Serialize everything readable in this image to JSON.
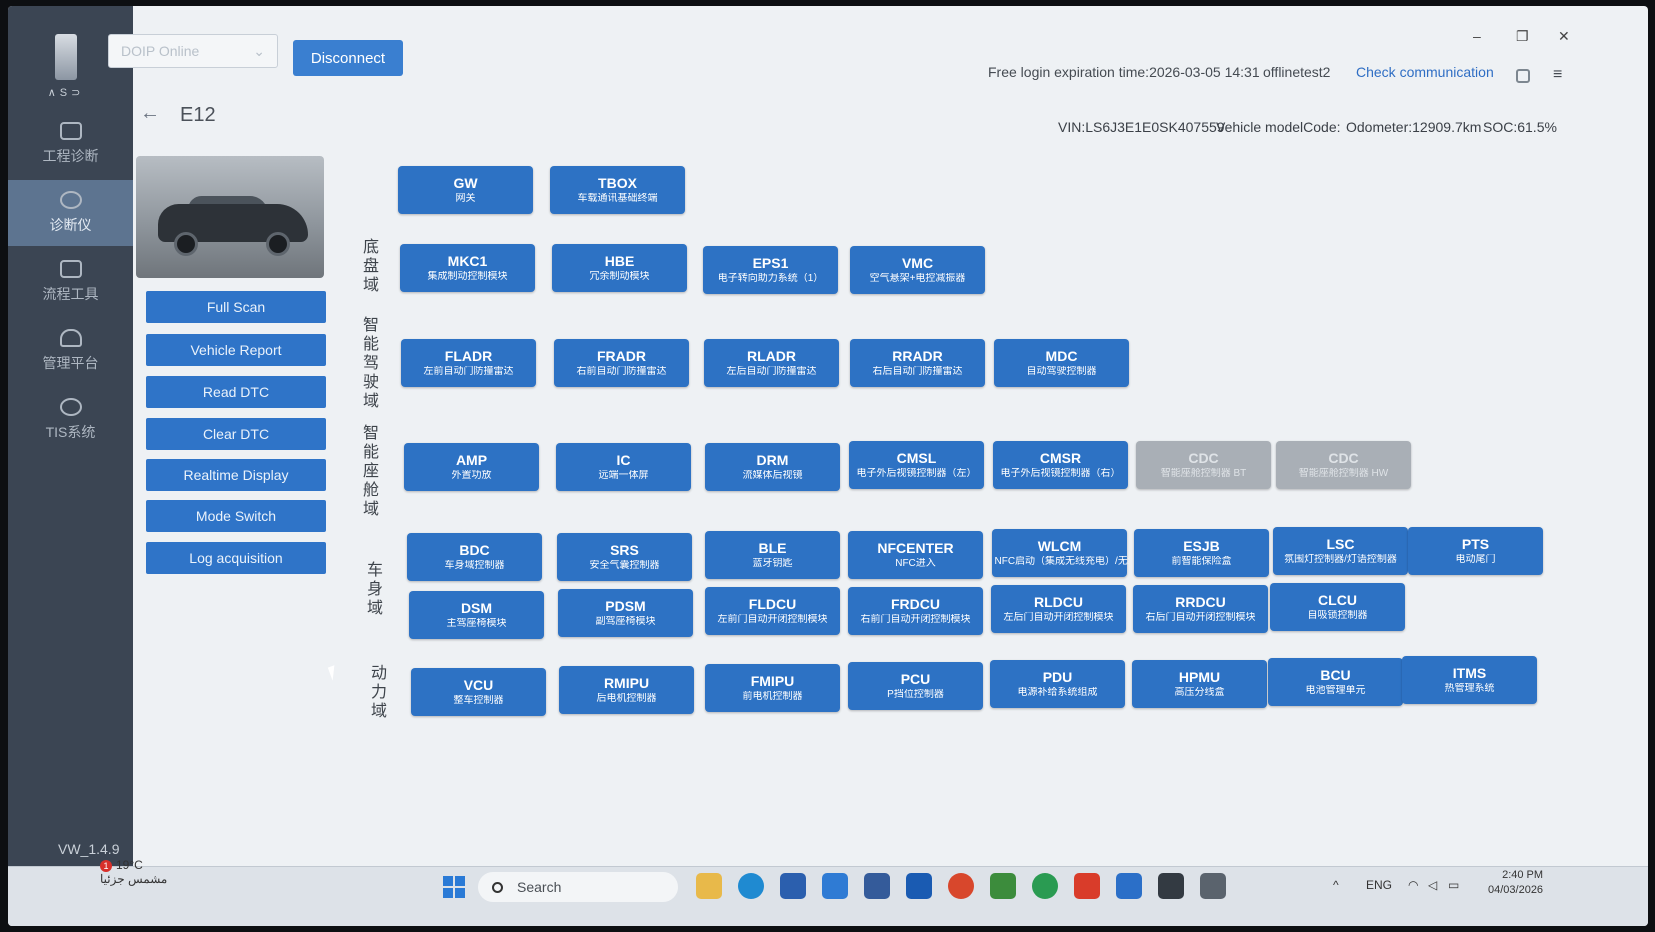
{
  "sidebar": {
    "items": [
      {
        "label": "工程诊断",
        "active": false
      },
      {
        "label": "诊断仪",
        "active": true
      },
      {
        "label": "流程工具",
        "active": false
      },
      {
        "label": "管理平台",
        "active": false
      },
      {
        "label": "TIS系统",
        "active": false
      }
    ],
    "logo_text": "∧S⊃",
    "version": "VW_1.4.9"
  },
  "header": {
    "connection_select": "DOIP Online",
    "disconnect_label": "Disconnect",
    "free_login": "Free login expiration time:2026-03-05 14:31",
    "user": "offlinetest2",
    "check_comm": "Check communication"
  },
  "page": {
    "title": "E12",
    "vin": "VIN:LS6J3E1E0SK407559",
    "model_code": "Vehicle modelCode:",
    "odometer": "Odometer:12909.7km",
    "soc": "SOC:61.5%"
  },
  "actions": [
    "Full Scan",
    "Vehicle Report",
    "Read DTC",
    "Clear DTC",
    "Realtime Display",
    "Mode Switch",
    "Log acquisition"
  ],
  "domains": [
    "底盘域",
    "智能驾驶域",
    "智能座舱域",
    "车身域",
    "动力域"
  ],
  "modules": [
    {
      "code": "GW",
      "desc": "网关",
      "enabled": true
    },
    {
      "code": "TBOX",
      "desc": "车载通讯基础终端",
      "enabled": true
    },
    {
      "code": "MKC1",
      "desc": "集成制动控制模块",
      "enabled": true
    },
    {
      "code": "HBE",
      "desc": "冗余制动模块",
      "enabled": true
    },
    {
      "code": "EPS1",
      "desc": "电子转向助力系统（1）",
      "enabled": true
    },
    {
      "code": "VMC",
      "desc": "空气悬架+电控减振器",
      "enabled": true
    },
    {
      "code": "FLADR",
      "desc": "左前自动门防撞雷达",
      "enabled": true
    },
    {
      "code": "FRADR",
      "desc": "右前自动门防撞雷达",
      "enabled": true
    },
    {
      "code": "RLADR",
      "desc": "左后自动门防撞雷达",
      "enabled": true
    },
    {
      "code": "RRADR",
      "desc": "右后自动门防撞雷达",
      "enabled": true
    },
    {
      "code": "MDC",
      "desc": "自动驾驶控制器",
      "enabled": true
    },
    {
      "code": "AMP",
      "desc": "外置功放",
      "enabled": true
    },
    {
      "code": "IC",
      "desc": "远端一体屏",
      "enabled": true
    },
    {
      "code": "DRM",
      "desc": "流媒体后视镜",
      "enabled": true
    },
    {
      "code": "CMSL",
      "desc": "电子外后视镜控制器（左）",
      "enabled": true
    },
    {
      "code": "CMSR",
      "desc": "电子外后视镜控制器（右）",
      "enabled": true
    },
    {
      "code": "CDC",
      "desc": "智能座舱控制器 BT",
      "enabled": false
    },
    {
      "code": "CDC",
      "desc": "智能座舱控制器 HW",
      "enabled": false
    },
    {
      "code": "BDC",
      "desc": "车身域控制器",
      "enabled": true
    },
    {
      "code": "SRS",
      "desc": "安全气囊控制器",
      "enabled": true
    },
    {
      "code": "BLE",
      "desc": "蓝牙钥匙",
      "enabled": true
    },
    {
      "code": "NFCENTER",
      "desc": "NFC进入",
      "enabled": true
    },
    {
      "code": "WLCM",
      "desc": "NFC启动（集成无线充电）/无线充电",
      "enabled": true
    },
    {
      "code": "ESJB",
      "desc": "前智能保险盒",
      "enabled": true
    },
    {
      "code": "LSC",
      "desc": "氛围灯控制器/灯语控制器",
      "enabled": true
    },
    {
      "code": "PTS",
      "desc": "电动尾门",
      "enabled": true
    },
    {
      "code": "DSM",
      "desc": "主驾座椅模块",
      "enabled": true
    },
    {
      "code": "PDSM",
      "desc": "副驾座椅模块",
      "enabled": true
    },
    {
      "code": "FLDCU",
      "desc": "左前门自动开闭控制模块",
      "enabled": true
    },
    {
      "code": "FRDCU",
      "desc": "右前门自动开闭控制模块",
      "enabled": true
    },
    {
      "code": "RLDCU",
      "desc": "左后门自动开闭控制模块",
      "enabled": true
    },
    {
      "code": "RRDCU",
      "desc": "右后门自动开闭控制模块",
      "enabled": true
    },
    {
      "code": "CLCU",
      "desc": "自吸锁控制器",
      "enabled": true
    },
    {
      "code": "VCU",
      "desc": "整车控制器",
      "enabled": true
    },
    {
      "code": "RMIPU",
      "desc": "后电机控制器",
      "enabled": true
    },
    {
      "code": "FMIPU",
      "desc": "前电机控制器",
      "enabled": true
    },
    {
      "code": "PCU",
      "desc": "P挡位控制器",
      "enabled": true
    },
    {
      "code": "PDU",
      "desc": "电源补给系统组成",
      "enabled": true
    },
    {
      "code": "HPMU",
      "desc": "高压分线盒",
      "enabled": true
    },
    {
      "code": "BCU",
      "desc": "电池管理单元",
      "enabled": true
    },
    {
      "code": "ITMS",
      "desc": "热管理系统",
      "enabled": true
    }
  ],
  "taskbar": {
    "weather_temp": "19°C",
    "weather_text": "مشمس جزئيا",
    "weather_badge": "1",
    "search": "Search",
    "lang": "ENG",
    "time": "2:40 PM",
    "date": "04/03/2026"
  },
  "colors": {
    "module_blue": "#2d72c4",
    "sidebar": "#3b4553",
    "accent": "#3a7fd0"
  }
}
